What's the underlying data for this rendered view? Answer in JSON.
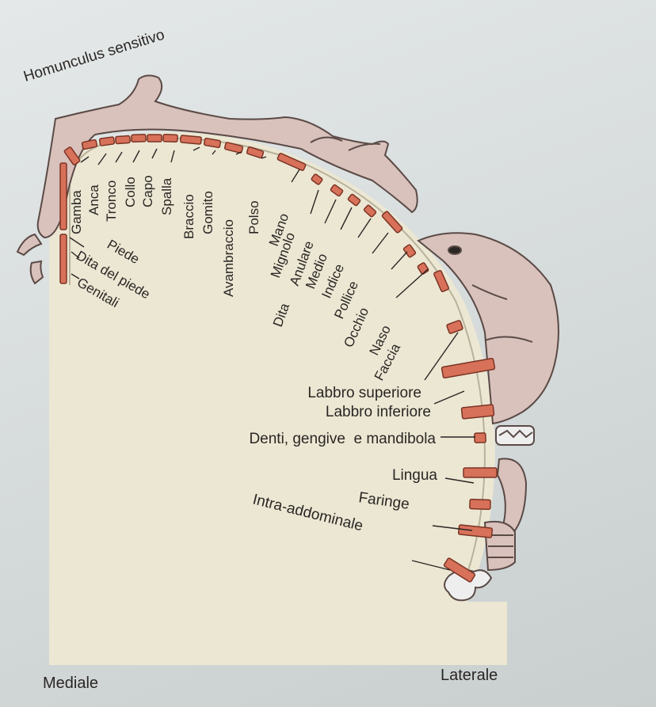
{
  "title": "Homunculus sensitivo",
  "curve_labels": [
    "Gamba",
    "Anca",
    "Tronco",
    "Collo",
    "Capo",
    "Spalla",
    "Braccio",
    "Gomito",
    "Avambraccio",
    "Polso",
    "Mano",
    "Mignolo",
    "Anulare",
    "Medio",
    "Indice",
    "Pollice",
    "Occhio",
    "Naso",
    "Faccia"
  ],
  "left_labels": [
    "Piede",
    "Dita del piede",
    "Genitali"
  ],
  "extra_labels": [
    "Dita"
  ],
  "side_labels": [
    "Labbro superiore",
    "Labbro inferiore",
    "Denti, gengive  e mandibola",
    "Lingua",
    "Faringe",
    "Intra-addominale"
  ],
  "corners": {
    "medial": "Mediale",
    "lateral": "Laterale"
  },
  "colors": {
    "cortex_band": "#d8715a",
    "cortex_stroke": "#7a3424",
    "figure_fill": "#d9c1bc",
    "figure_stroke": "#5a4a46",
    "brain_fill": "#ece7d3"
  }
}
